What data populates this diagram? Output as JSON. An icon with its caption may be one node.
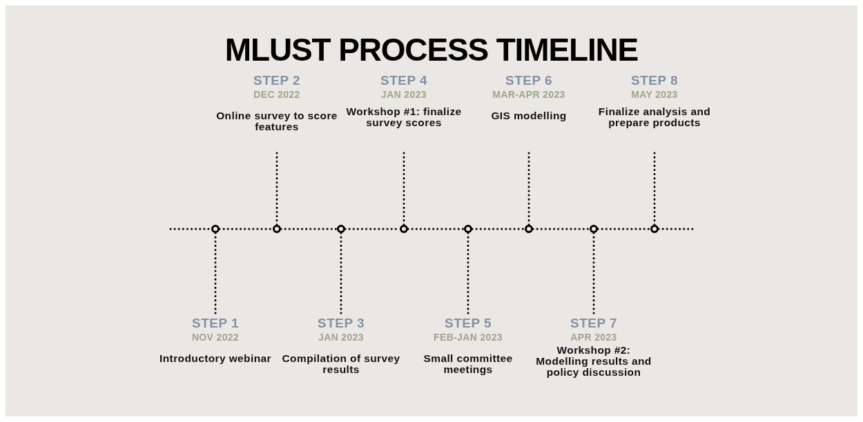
{
  "diagram": {
    "title": "MLUST PROCESS TIMELINE",
    "nodes": [
      {
        "text": [
          "STEP 1",
          "NOV 2022",
          "Introductory webinar"
        ]
      },
      {
        "text": [
          "STEP 2",
          "DEC 2022",
          "Online survey to score features"
        ]
      },
      {
        "text": [
          "STEP 3",
          "JAN 2023",
          "Compilation of survey results"
        ]
      },
      {
        "text": [
          "STEP 4",
          "JAN 2023",
          "Workshop #1: finalize survey scores"
        ]
      },
      {
        "text": [
          "STEP 5",
          "FEB-JAN 2023",
          "Small committee meetings"
        ]
      },
      {
        "text": [
          "STEP 6",
          "MAR-APR 2023",
          "GIS modelling"
        ]
      },
      {
        "text": [
          "STEP 7",
          "APR 2023",
          "Workshop #2: Modelling results and policy discussion"
        ]
      },
      {
        "text": [
          "STEP 8",
          "MAY 2023",
          "Finalize analysis and prepare products"
        ]
      },
      {
        "text": [],
        "shape": "circle"
      },
      {
        "text": [],
        "shape": "circle"
      },
      {
        "text": [],
        "shape": "circle"
      },
      {
        "text": [],
        "shape": "circle"
      },
      {
        "text": [],
        "shape": "circle"
      },
      {
        "text": [],
        "shape": "circle"
      },
      {
        "text": [],
        "shape": "circle"
      },
      {
        "text": [],
        "shape": "circle"
      }
    ],
    "edges": [
      {
        "from": 8,
        "to": 0,
        "arrow": "none",
        "style": "dashed"
      },
      {
        "from": 1,
        "to": 9,
        "arrow": "none",
        "style": "dashed"
      },
      {
        "from": 10,
        "to": 2,
        "arrow": "none",
        "style": "dashed"
      },
      {
        "from": 3,
        "to": 11,
        "arrow": "none",
        "style": "dashed"
      },
      {
        "from": 12,
        "to": 4,
        "arrow": "none",
        "style": "dashed"
      },
      {
        "from": 5,
        "to": 13,
        "arrow": "none",
        "style": "dashed"
      },
      {
        "from": 14,
        "to": 6,
        "arrow": "none",
        "style": "dashed"
      },
      {
        "from": 7,
        "to": 15,
        "arrow": "none",
        "style": "dashed"
      },
      {
        "from": 8,
        "to": 9,
        "arrow": "none",
        "style": "dashed"
      },
      {
        "from": 9,
        "to": 10,
        "arrow": "none",
        "style": "dashed"
      },
      {
        "from": 10,
        "to": 11,
        "arrow": "none",
        "style": "dashed"
      },
      {
        "from": 11,
        "to": 12,
        "arrow": "none",
        "style": "dashed"
      },
      {
        "from": 12,
        "to": 13,
        "arrow": "none",
        "style": "dashed"
      },
      {
        "from": 13,
        "to": 14,
        "arrow": "none",
        "style": "dashed"
      },
      {
        "from": 14,
        "to": 15,
        "arrow": "none",
        "style": "dashed"
      }
    ]
  }
}
